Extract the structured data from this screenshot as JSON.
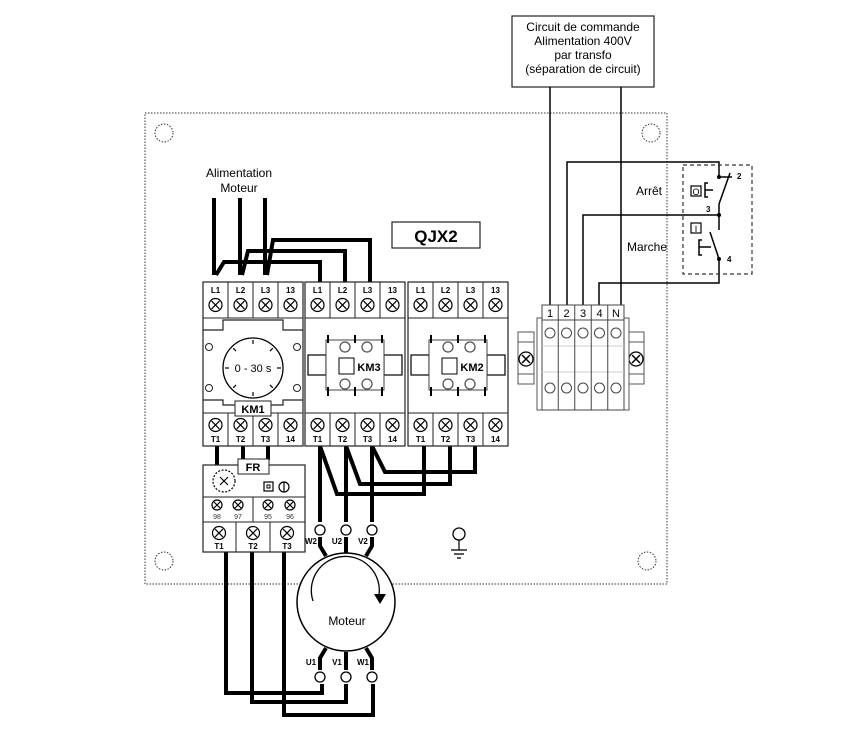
{
  "control_box": {
    "lines": [
      "Circuit de commande",
      "Alimentation 400V",
      "par transfo",
      "(séparation de circuit)"
    ]
  },
  "supply_label": [
    "Alimentation",
    "Moteur"
  ],
  "module_label": "QJX2",
  "contactors": [
    {
      "name": "KM1",
      "top_terminals": [
        "L1",
        "L2",
        "L3",
        "13"
      ],
      "bottom_terminals": [
        "T1",
        "T2",
        "T3",
        "14"
      ],
      "timer": "0 - 30 s"
    },
    {
      "name": "KM3",
      "top_terminals": [
        "L1",
        "L2",
        "L3",
        "13"
      ],
      "bottom_terminals": [
        "T1",
        "T2",
        "T3",
        "14"
      ]
    },
    {
      "name": "KM2",
      "top_terminals": [
        "L1",
        "L2",
        "L3",
        "13"
      ],
      "bottom_terminals": [
        "T1",
        "T2",
        "T3",
        "14"
      ]
    }
  ],
  "overload_relay": {
    "name": "FR",
    "aux_terminals": [
      "98",
      "97",
      "95",
      "96"
    ],
    "output_terminals": [
      "T1",
      "T2",
      "T3"
    ],
    "buttons": [
      "reset-square",
      "test-circle"
    ]
  },
  "terminal_block": {
    "terminals": [
      "1",
      "2",
      "3",
      "4",
      "N"
    ]
  },
  "pushbuttons": {
    "stop_label": "Arrêt",
    "start_label": "Marche",
    "contact_numbers": [
      "2",
      "3",
      "4"
    ],
    "stop_symbol": "O",
    "start_symbol": "I"
  },
  "motor": {
    "label": "Moteur",
    "top_terminals": [
      "W2",
      "U2",
      "V2"
    ],
    "bottom_terminals": [
      "U1",
      "V1",
      "W1"
    ]
  },
  "ground_symbol": "earth-ground-icon"
}
